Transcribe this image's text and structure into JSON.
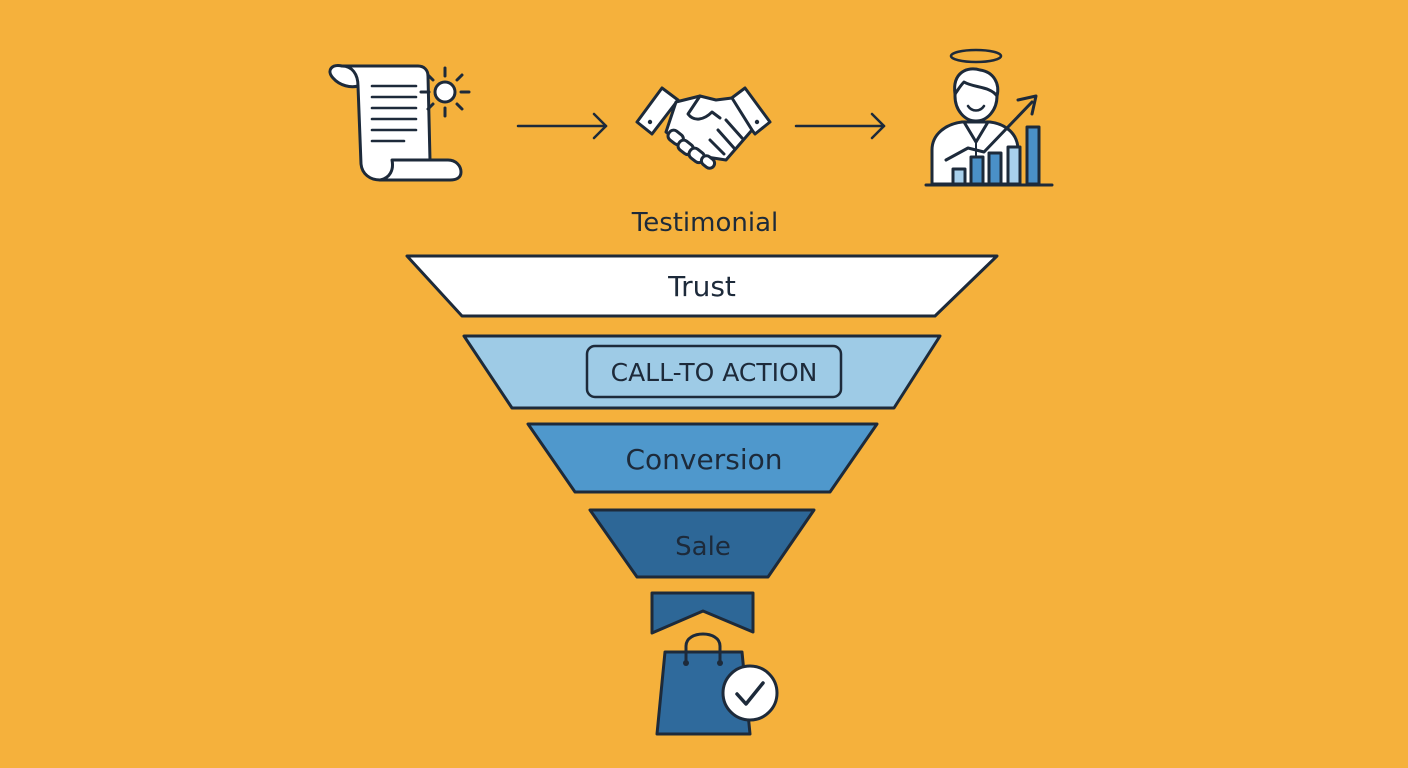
{
  "colors": {
    "background": "#f5b13c",
    "outline": "#1d2a3a",
    "tier_trust": "#ffffff",
    "tier_cta": "#9ecbe6",
    "tier_conversion": "#4f98cc",
    "tier_sale": "#2d6797",
    "neck": "#2d6797",
    "bag": "#2f6a9c",
    "icon_accent": "#4a90c8",
    "icon_accent_light": "#a8d0ec",
    "icon_fill": "#ffffff"
  },
  "icons": {
    "scroll": "testimonial-scroll-icon",
    "sun": "sun-icon",
    "handshake": "handshake-icon",
    "person": "happy-customer-growth-icon",
    "bag": "shopping-bag-icon",
    "check": "check-circle-icon"
  },
  "labels": {
    "testimonial": "Testimonial"
  },
  "funnel": {
    "tiers": [
      {
        "label": "Trust"
      },
      {
        "label": "CALL-TO ACTION"
      },
      {
        "label": "Conversion"
      },
      {
        "label": "Sale"
      }
    ]
  }
}
